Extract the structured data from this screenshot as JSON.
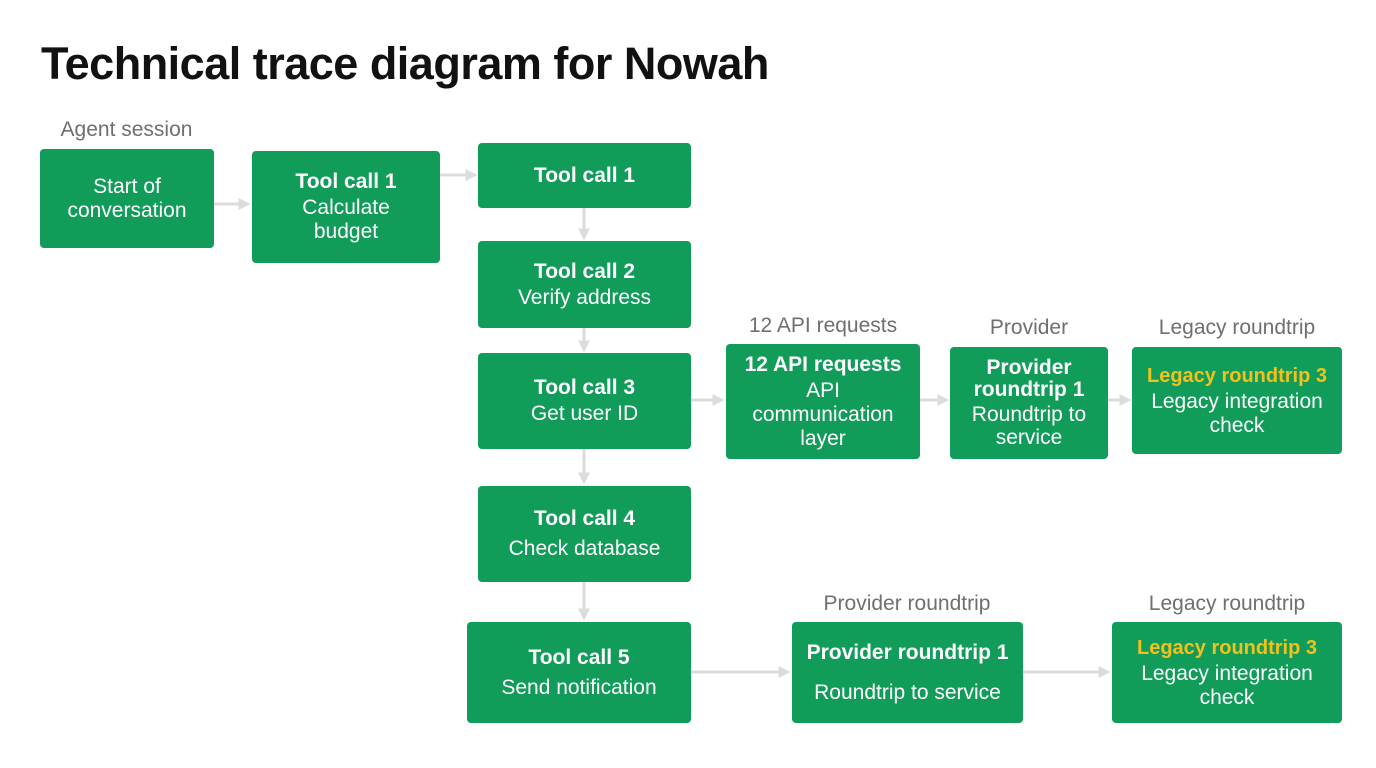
{
  "title": "Technical trace diagram for Nowah",
  "labels": {
    "agent_session": "Agent session",
    "api_requests": "12 API requests",
    "provider": "Provider",
    "legacy_roundtrip_top": "Legacy roundtrip",
    "provider_roundtrip": "Provider roundtrip",
    "legacy_roundtrip_bottom": "Legacy roundtrip"
  },
  "nodes": {
    "start": {
      "sub": "Start of conversation"
    },
    "tool_call_budget": {
      "head": "Tool call 1",
      "sub": "Calculate budget"
    },
    "tool_call_1": {
      "head": "Tool call 1"
    },
    "tool_call_2": {
      "head": "Tool call 2",
      "sub": "Verify address"
    },
    "tool_call_3": {
      "head": "Tool call 3",
      "sub": "Get user ID"
    },
    "api_requests": {
      "head": "12 API requests",
      "sub": "API communication layer"
    },
    "provider_top": {
      "head": "Provider roundtrip 1",
      "sub": "Roundtrip to service"
    },
    "legacy_top": {
      "head": "Legacy roundtrip 3",
      "sub": "Legacy integration check"
    },
    "tool_call_4": {
      "head": "Tool call 4",
      "sub": "Check database"
    },
    "tool_call_5": {
      "head": "Tool call 5",
      "sub": "Send notification"
    },
    "provider_bottom": {
      "head": "Provider roundtrip 1",
      "sub": "Roundtrip to service"
    },
    "legacy_bottom": {
      "head": "Legacy roundtrip 3",
      "sub": "Legacy integration check"
    }
  },
  "colors": {
    "node_fill": "#129c5a",
    "node_text": "#ffffff",
    "highlight_text": "#f2c21a",
    "label_text": "#6f6f6f",
    "arrow": "#dcdcdc",
    "title_text": "#111111"
  }
}
